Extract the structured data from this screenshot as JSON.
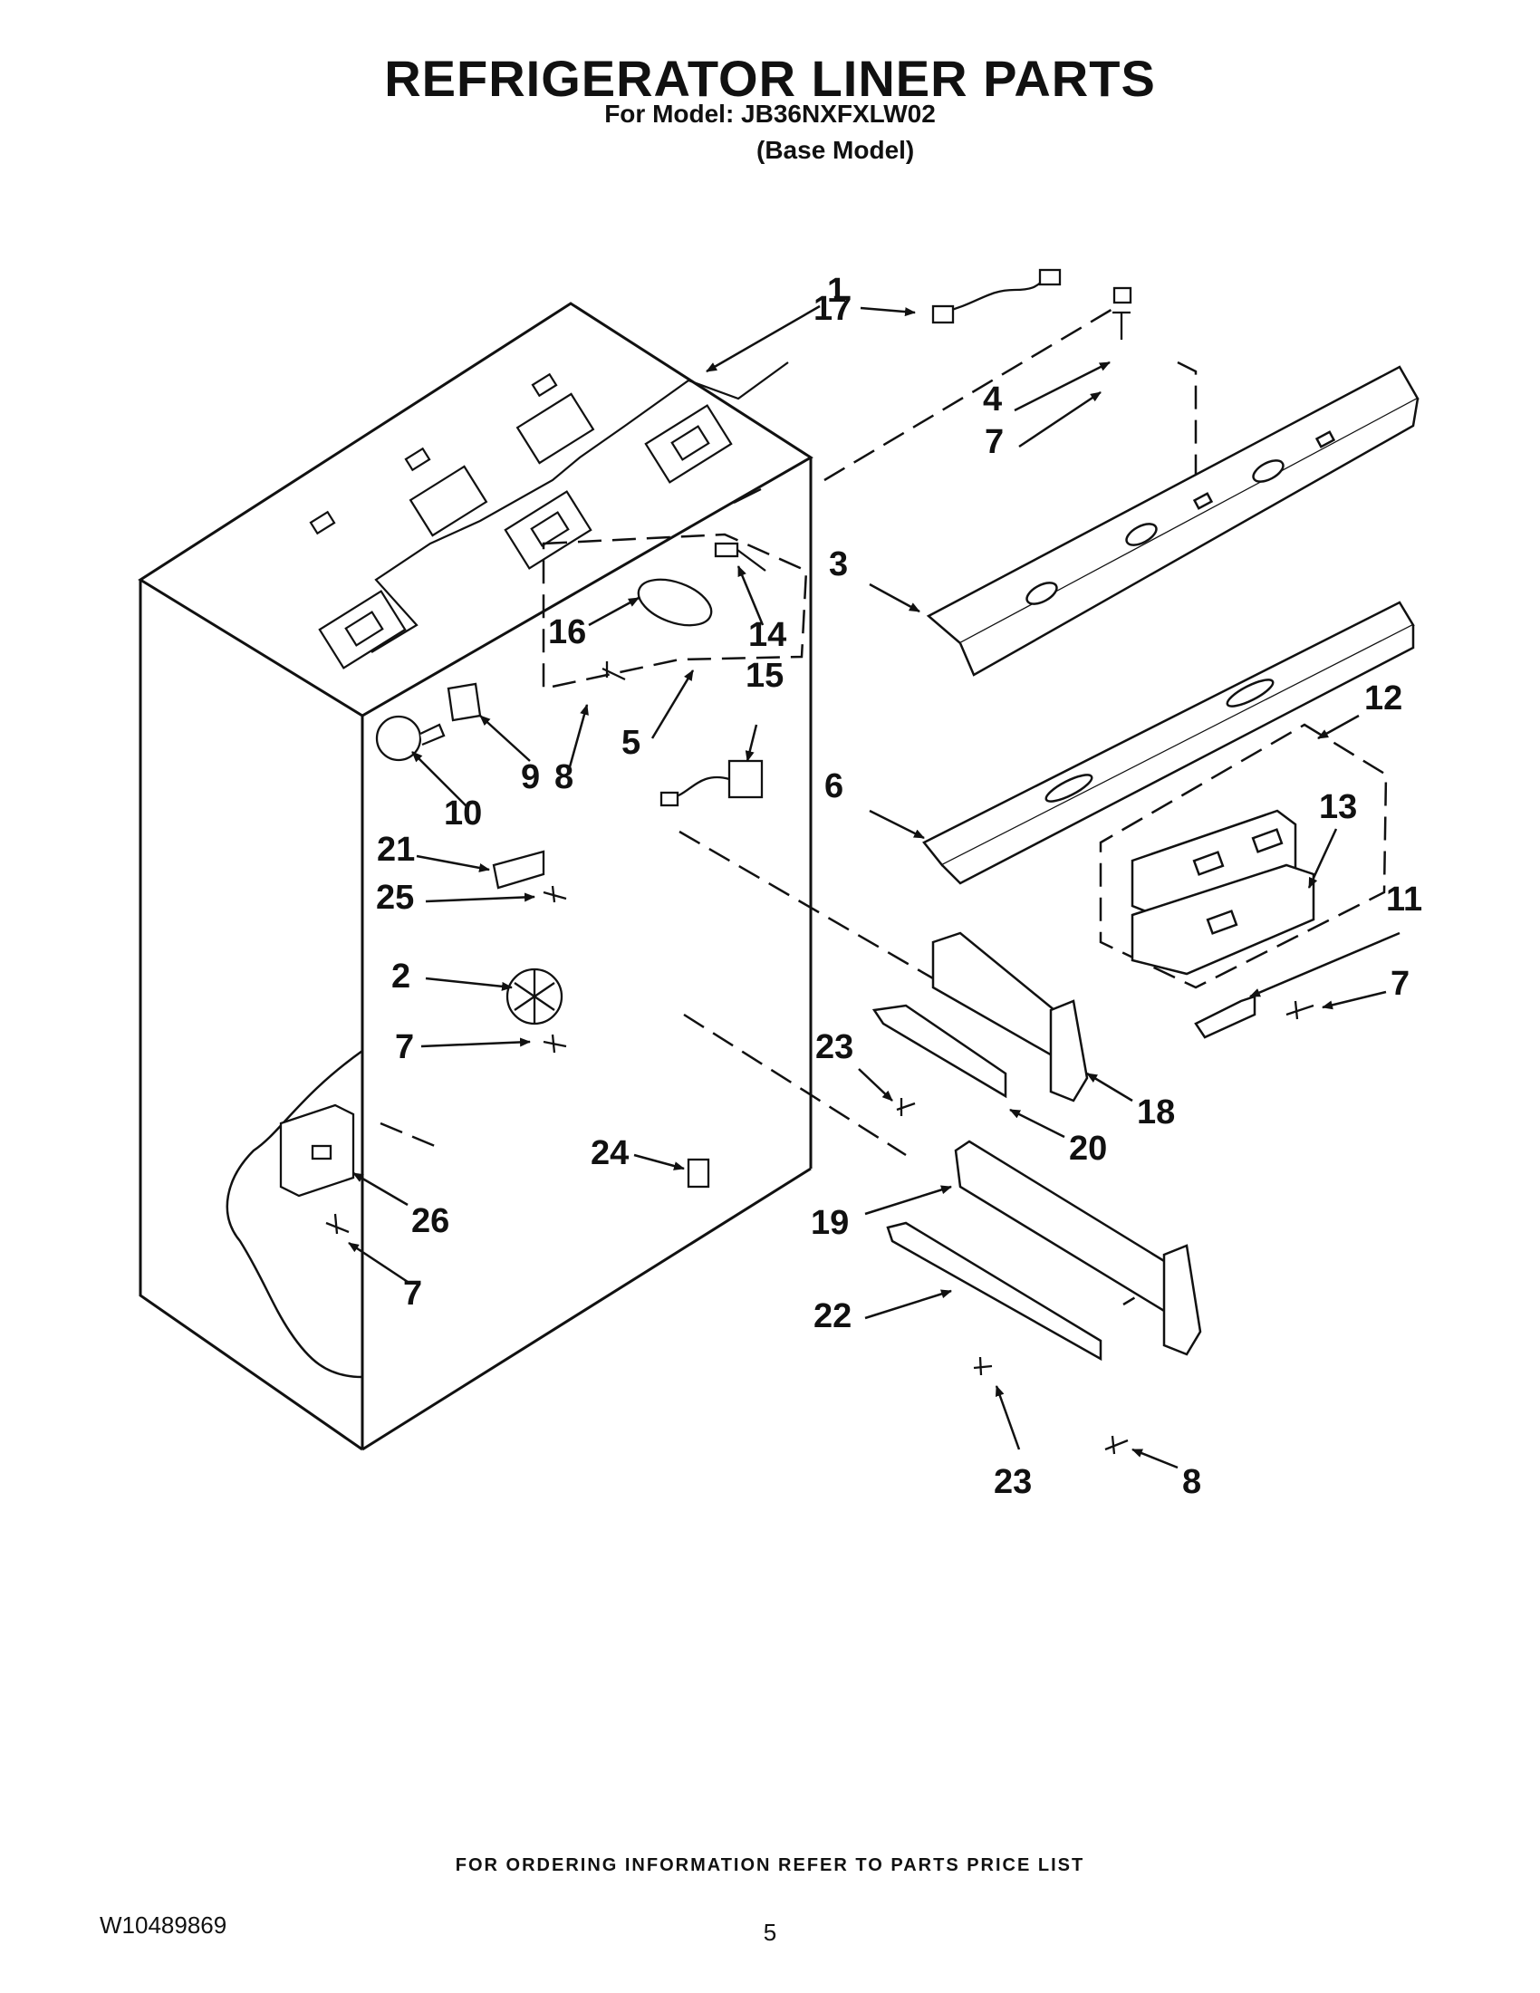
{
  "header": {
    "title": "REFRIGERATOR LINER PARTS",
    "model_line": "For Model: JB36NXFXLW02",
    "base_model": "(Base Model)"
  },
  "callouts": [
    "1",
    "17",
    "4",
    "7",
    "3",
    "16",
    "14",
    "15",
    "8",
    "5",
    "9",
    "10",
    "12",
    "13",
    "6",
    "21",
    "25",
    "2",
    "7",
    "11",
    "7",
    "23",
    "18",
    "20",
    "24",
    "26",
    "19",
    "7",
    "22",
    "23",
    "8"
  ],
  "footer": {
    "ordering_note": "FOR ORDERING INFORMATION REFER TO PARTS PRICE LIST",
    "document_number": "W10489869",
    "page_number": "5"
  }
}
